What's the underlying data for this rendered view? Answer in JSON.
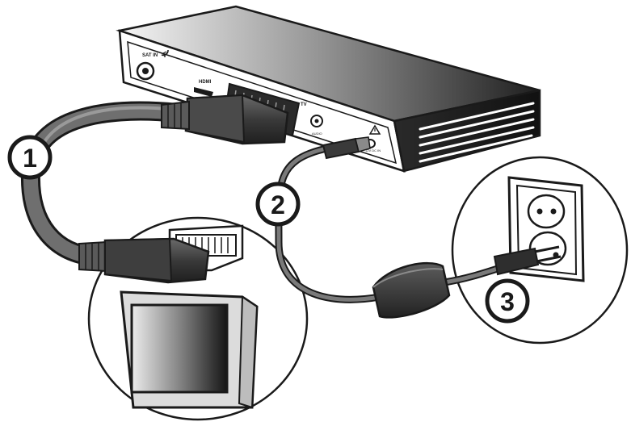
{
  "diagram": {
    "callouts": [
      {
        "id": "1",
        "label": "1"
      },
      {
        "id": "2",
        "label": "2"
      },
      {
        "id": "3",
        "label": "3"
      }
    ],
    "panel_labels": {
      "sat_in": "SAT IN",
      "hdmi": "HDMI",
      "tv": "TV",
      "audio": "AUDIO",
      "power": "12V DC IN"
    },
    "icons": [
      "satellite-dish-icon",
      "warning-icon"
    ],
    "colors": {
      "ink": "#1a1a1a",
      "cable": "#555555",
      "callout_fill": "#ffffff"
    }
  }
}
